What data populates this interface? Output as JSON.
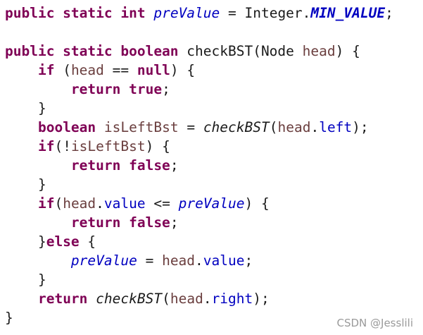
{
  "code": {
    "lines": [
      [
        [
          "kw",
          "public static int"
        ],
        [
          "plain",
          " "
        ],
        [
          "static",
          "preValue"
        ],
        [
          "plain",
          " = Integer."
        ],
        [
          "static-final",
          "MIN_VALUE"
        ],
        [
          "plain",
          ";"
        ]
      ],
      [],
      [
        [
          "kw",
          "public static boolean"
        ],
        [
          "plain",
          " checkBST(Node "
        ],
        [
          "var",
          "head"
        ],
        [
          "plain",
          ") {"
        ]
      ],
      [
        [
          "plain",
          "    "
        ],
        [
          "kw",
          "if"
        ],
        [
          "plain",
          " ("
        ],
        [
          "var",
          "head"
        ],
        [
          "plain",
          " == "
        ],
        [
          "kw",
          "null"
        ],
        [
          "plain",
          ") {"
        ]
      ],
      [
        [
          "plain",
          "        "
        ],
        [
          "kw",
          "return true"
        ],
        [
          "plain",
          ";"
        ]
      ],
      [
        [
          "plain",
          "    }"
        ]
      ],
      [
        [
          "plain",
          "    "
        ],
        [
          "kw",
          "boolean"
        ],
        [
          "plain",
          " "
        ],
        [
          "var",
          "isLeftBst"
        ],
        [
          "plain",
          " = "
        ],
        [
          "method-static",
          "checkBST"
        ],
        [
          "plain",
          "("
        ],
        [
          "var",
          "head"
        ],
        [
          "plain",
          "."
        ],
        [
          "field",
          "left"
        ],
        [
          "plain",
          ");"
        ]
      ],
      [
        [
          "plain",
          "    "
        ],
        [
          "kw",
          "if"
        ],
        [
          "plain",
          "(!"
        ],
        [
          "var",
          "isLeftBst"
        ],
        [
          "plain",
          ") {"
        ]
      ],
      [
        [
          "plain",
          "        "
        ],
        [
          "kw",
          "return false"
        ],
        [
          "plain",
          ";"
        ]
      ],
      [
        [
          "plain",
          "    }"
        ]
      ],
      [
        [
          "plain",
          "    "
        ],
        [
          "kw",
          "if"
        ],
        [
          "plain",
          "("
        ],
        [
          "var",
          "head"
        ],
        [
          "plain",
          "."
        ],
        [
          "field",
          "value"
        ],
        [
          "plain",
          " <= "
        ],
        [
          "static",
          "preValue"
        ],
        [
          "plain",
          ") {"
        ]
      ],
      [
        [
          "plain",
          "        "
        ],
        [
          "kw",
          "return false"
        ],
        [
          "plain",
          ";"
        ]
      ],
      [
        [
          "plain",
          "    }"
        ],
        [
          "kw",
          "else"
        ],
        [
          "plain",
          " {"
        ]
      ],
      [
        [
          "plain",
          "        "
        ],
        [
          "static",
          "preValue"
        ],
        [
          "plain",
          " = "
        ],
        [
          "var",
          "head"
        ],
        [
          "plain",
          "."
        ],
        [
          "field",
          "value"
        ],
        [
          "plain",
          ";"
        ]
      ],
      [
        [
          "plain",
          "    }"
        ]
      ],
      [
        [
          "plain",
          "    "
        ],
        [
          "kw",
          "return"
        ],
        [
          "plain",
          " "
        ],
        [
          "method-static",
          "checkBST"
        ],
        [
          "plain",
          "("
        ],
        [
          "var",
          "head"
        ],
        [
          "plain",
          "."
        ],
        [
          "field",
          "right"
        ],
        [
          "plain",
          ");"
        ]
      ],
      [
        [
          "plain",
          "}"
        ]
      ]
    ]
  },
  "watermark": "CSDN @Jesslili",
  "colors": {
    "keyword": "#7f0055",
    "field": "#0000c0",
    "local_variable": "#6a3e3e",
    "text": "#1a1a1a",
    "watermark": "#9a9a9a",
    "background": "#ffffff"
  }
}
